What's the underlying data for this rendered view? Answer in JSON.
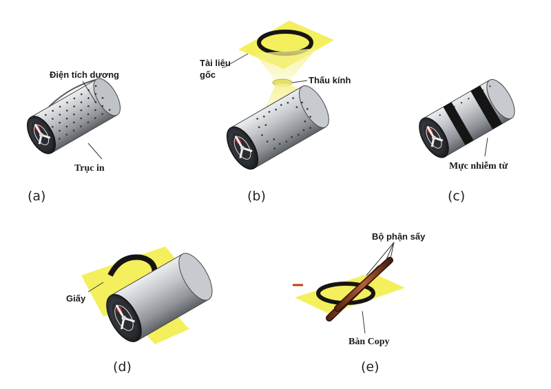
{
  "panels": {
    "a": {
      "tag": "(a)",
      "top_label": "Điện tích dương",
      "bottom_label": "Trục in"
    },
    "b": {
      "tag": "(b)",
      "doc_label_1": "Tài liệu",
      "doc_label_2": "gốc",
      "lens_label": "Thấu kính"
    },
    "c": {
      "tag": "(c)",
      "label": "Mực nhiễm từ"
    },
    "d": {
      "tag": "(d)",
      "label": "Giấy"
    },
    "e": {
      "tag": "(e)",
      "heater_label": "Bộ phận sấy",
      "copy_label": "Bàn Copy"
    }
  },
  "colors": {
    "paper_yellow": "#f4ef5c",
    "drum_gray": "#b9bcc0",
    "toner_black": "#151515",
    "rotor_red": "#c8281e",
    "heater_brown": "#9c4a2c"
  }
}
